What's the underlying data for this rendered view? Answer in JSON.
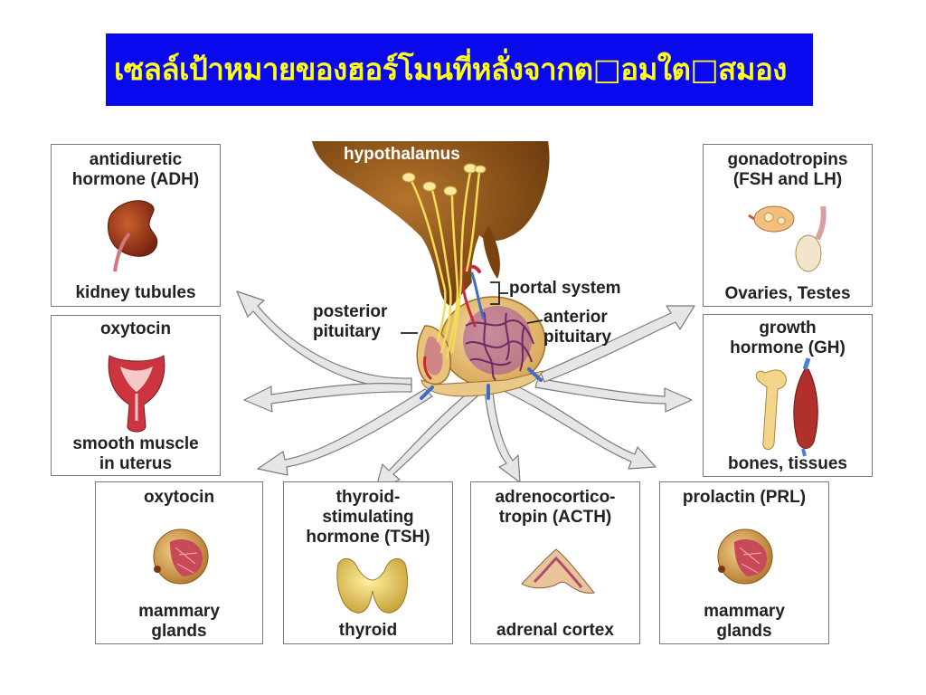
{
  "title": "เซลล์เป้าหมายของฮอร์โมนที่หลั่งจากต□อมใต□สมอง",
  "colors": {
    "title_background": "#0a08ee",
    "title_text": "#ffff1a",
    "box_border": "#7a7a7a",
    "arrow_fill": "#e6e6e6",
    "nerve": "#f3dd57",
    "brain": "#8b4f16"
  },
  "centre": {
    "hypothalamus": "hypothalamus",
    "portal_system": "portal system",
    "posterior_pituitary": "posterior\npituitary",
    "anterior_pituitary": "anterior\npituitary"
  },
  "boxes": [
    {
      "key": "adh",
      "hormone": "antidiuretic\nhormone (ADH)",
      "target": "kidney tubules",
      "icon": "kidney-icon"
    },
    {
      "key": "oxy1",
      "hormone": "oxytocin",
      "target": "smooth muscle\nin uterus",
      "icon": "uterus-icon"
    },
    {
      "key": "oxy2",
      "hormone": "oxytocin",
      "target": "mammary\nglands",
      "icon": "mammary-gland-icon"
    },
    {
      "key": "tsh",
      "hormone": "thyroid-\nstimulating\nhormone (TSH)",
      "target": "thyroid",
      "icon": "thyroid-icon"
    },
    {
      "key": "acth",
      "hormone": "adrenocortico-\ntropin (ACTH)",
      "target": "adrenal cortex",
      "icon": "adrenal-cortex-icon"
    },
    {
      "key": "prl",
      "hormone": "prolactin (PRL)",
      "target": "mammary\nglands",
      "icon": "mammary-gland-icon"
    },
    {
      "key": "gh",
      "hormone": "growth\nhormone (GH)",
      "target": "bones, tissues",
      "icon": "bone-muscle-icon"
    },
    {
      "key": "gonad",
      "hormone": "gonadotropins\n(FSH and LH)",
      "target": "Ovaries, Testes",
      "icon": "ovary-testis-icon"
    }
  ]
}
